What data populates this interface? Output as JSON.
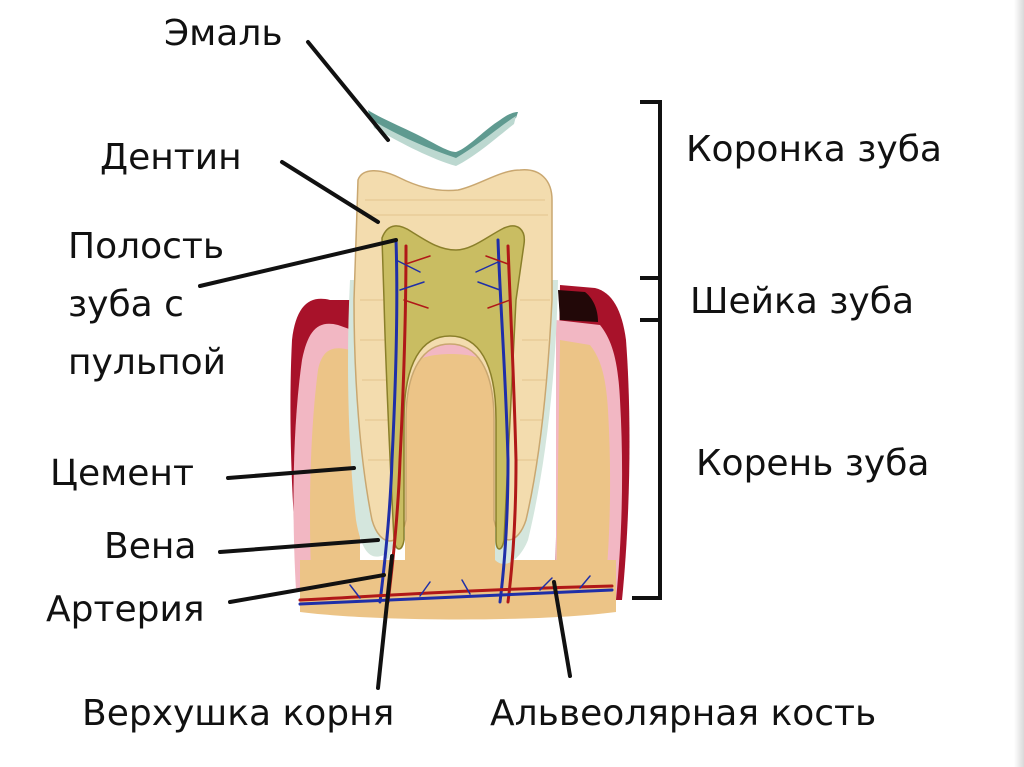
{
  "labels": {
    "enamel": "Эмаль",
    "dentin": "Дентин",
    "pulp_cavity": "Полость зуба с пульпой",
    "cement": "Цемент",
    "vein": "Вена",
    "artery": "Артерия",
    "root_apex": "Верхушка корня",
    "alveolar_bone": "Альвеолярная кость",
    "crown": "Коронка зуба",
    "neck": "Шейка зуба",
    "root": "Корень зуба"
  },
  "colors": {
    "enamel": "#5f9a90",
    "dentin": "#f3dcae",
    "pulp": "#c9bd62",
    "gum": "#a8122a",
    "gum_pink": "#f2b7c3",
    "bone": "#ecc487",
    "vein": "#1f2fa8",
    "artery": "#b01818",
    "ink": "#111111"
  }
}
